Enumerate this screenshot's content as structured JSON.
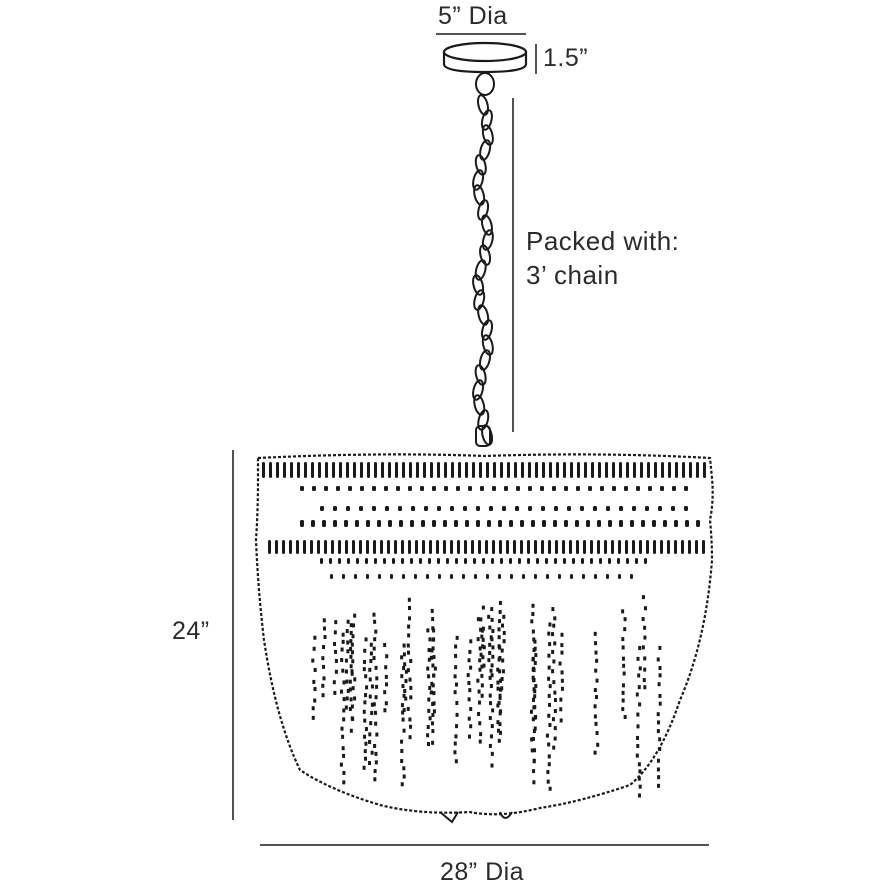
{
  "dimensions": {
    "canopy_diameter": "5” Dia",
    "canopy_height": "1.5”",
    "chain_note_line1": "Packed with:",
    "chain_note_line2": "3’ chain",
    "fixture_height": "24”",
    "fixture_diameter": "28” Dia"
  },
  "colors": {
    "line": "#1a1a1a",
    "text": "#2b2b2b",
    "background": "#ffffff"
  }
}
